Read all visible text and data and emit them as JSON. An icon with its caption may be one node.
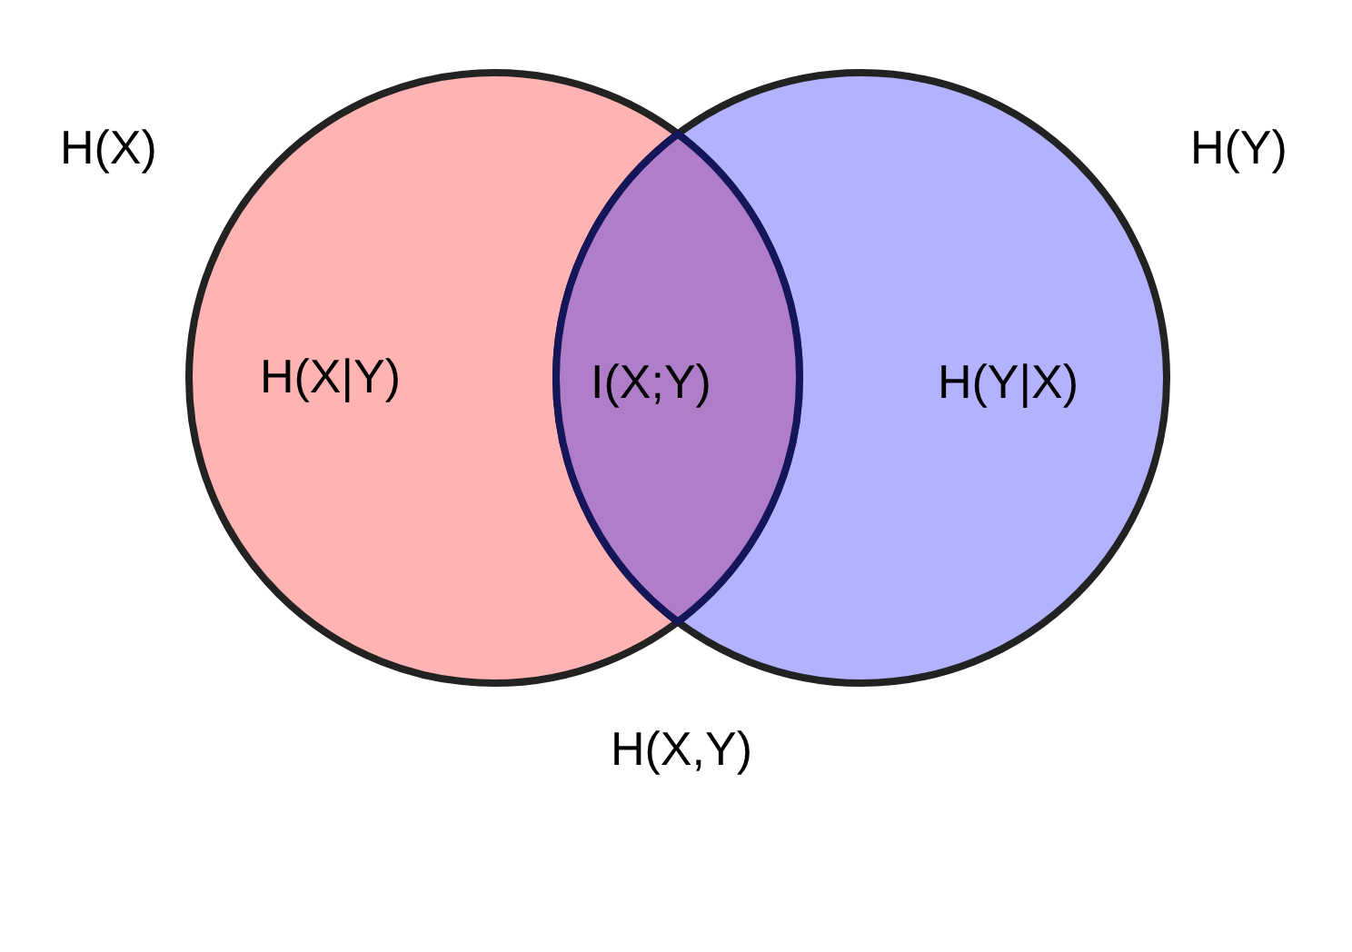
{
  "diagram": {
    "nodes": [
      {
        "text": [
          "H(X)",
          "H(X|Y)"
        ]
      },
      {
        "text": [
          "H(Y)",
          "H(Y|X)"
        ]
      },
      {
        "text": [
          "I(X;Y)"
        ]
      }
    ],
    "labels": [
      "H(X,Y)"
    ]
  }
}
